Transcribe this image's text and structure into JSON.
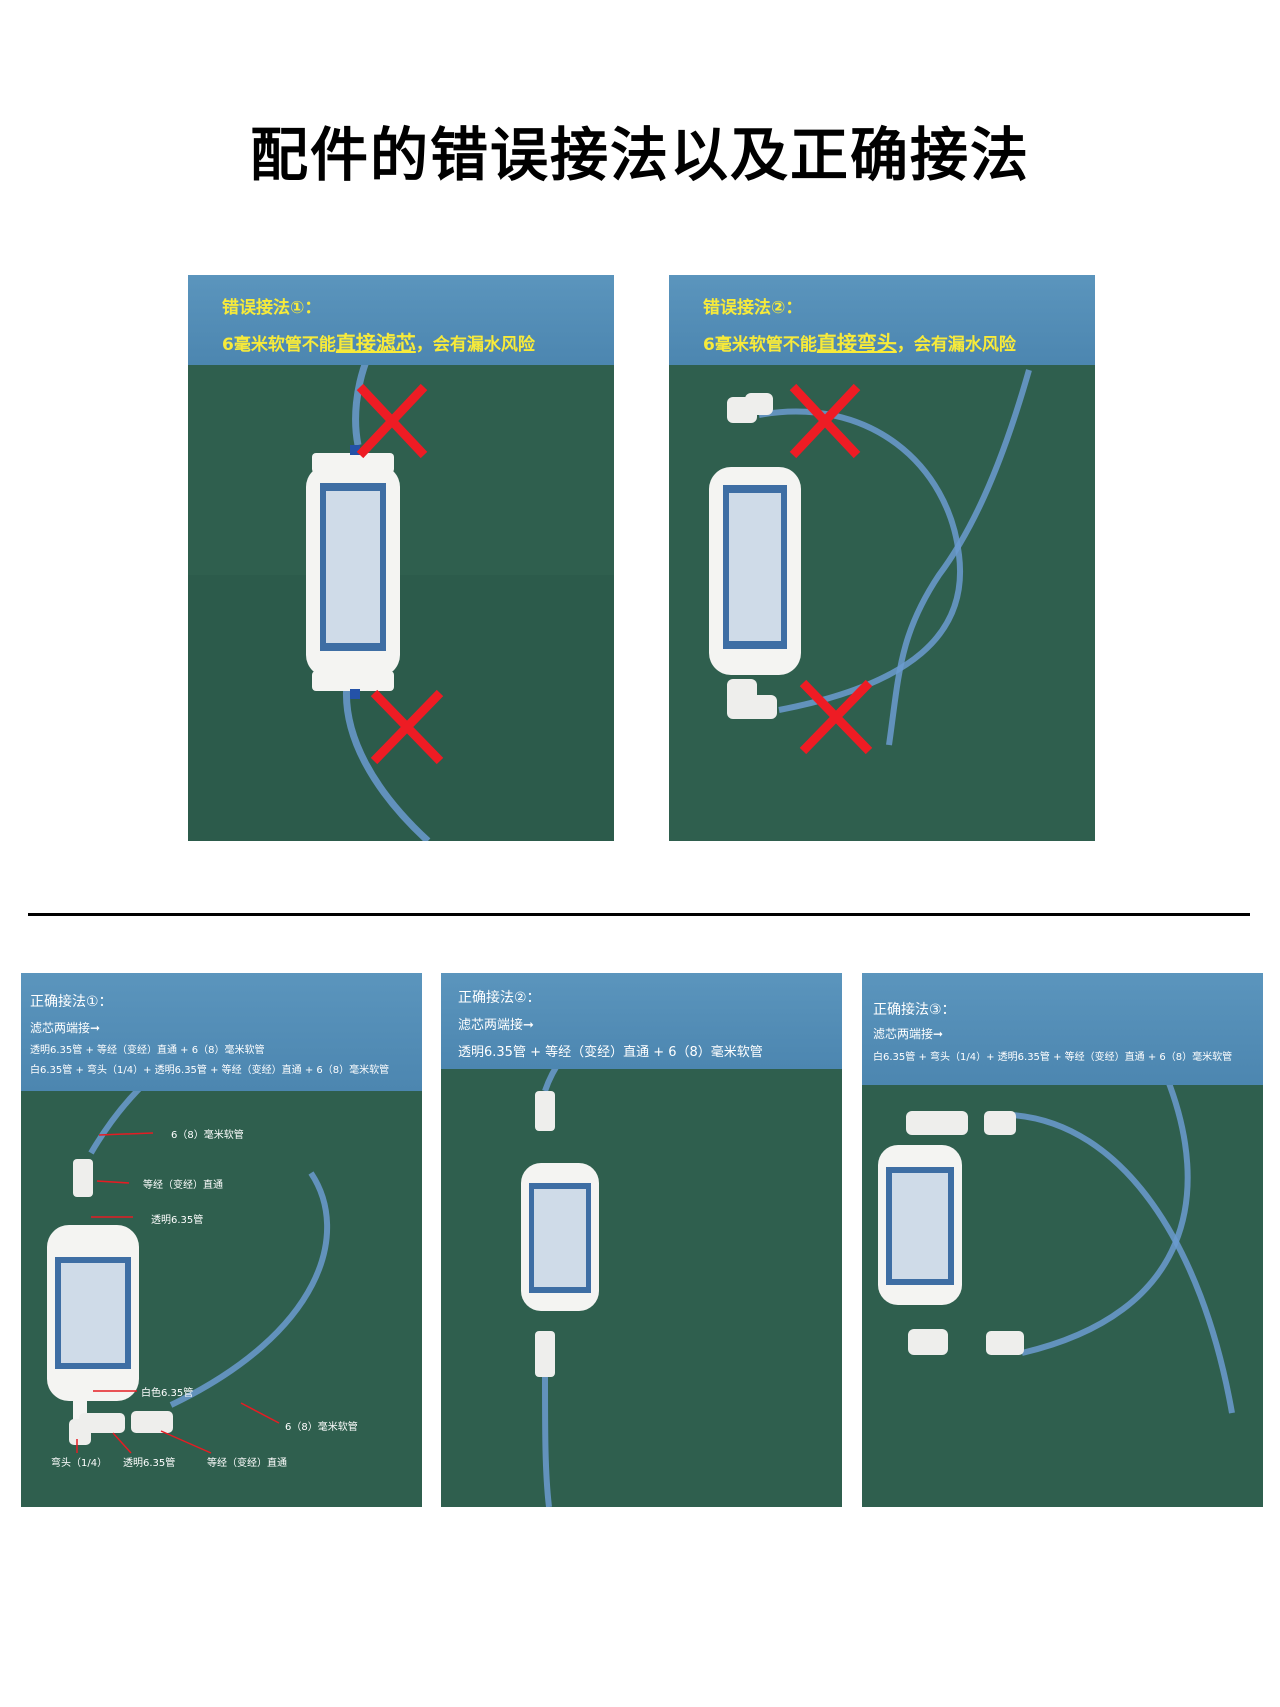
{
  "page": {
    "title": "配件的错误接法以及正确接法"
  },
  "wrong": [
    {
      "heading": "错误接法①：",
      "line_prefix": "6毫米软管不能",
      "line_emph": "直接滤芯",
      "line_suffix": "，会有漏水风险"
    },
    {
      "heading": "错误接法②：",
      "line_prefix": "6毫米软管不能",
      "line_emph": "直接弯头",
      "line_suffix": "，会有漏水风险"
    }
  ],
  "correct": [
    {
      "heading": "正确接法①：",
      "lines": [
        "滤芯两端接➞",
        "透明6.35管 + 等经（变经）直通 + 6（8）毫米软管",
        "白6.35管 + 弯头（1/4）+ 透明6.35管 + 等经（变经）直通 + 6（8）毫米软管"
      ],
      "callouts": [
        "6（8）毫米软管",
        "等经（变经）直通",
        "透明6.35管",
        "白色6.35管",
        "6（8）毫米软管",
        "弯头（1/4）",
        "透明6.35管",
        "等经（变经）直通"
      ]
    },
    {
      "heading": "正确接法②：",
      "lines": [
        "滤芯两端接➞",
        "透明6.35管 + 等经（变经）直通 + 6（8）毫米软管"
      ]
    },
    {
      "heading": "正确接法③：",
      "lines": [
        "滤芯两端接➞",
        "白6.35管 + 弯头（1/4）+ 透明6.35管 + 等经（变经）直通 + 6（8）毫米软管"
      ]
    }
  ],
  "colors": {
    "mat_green": "#2f5f4e",
    "header_blue": "#5590b8",
    "warning_yellow": "#f7ea3a",
    "cross_red": "#ee1c24",
    "tube_blue": "#4f7fb6",
    "arrow_red": "#e51c23"
  }
}
